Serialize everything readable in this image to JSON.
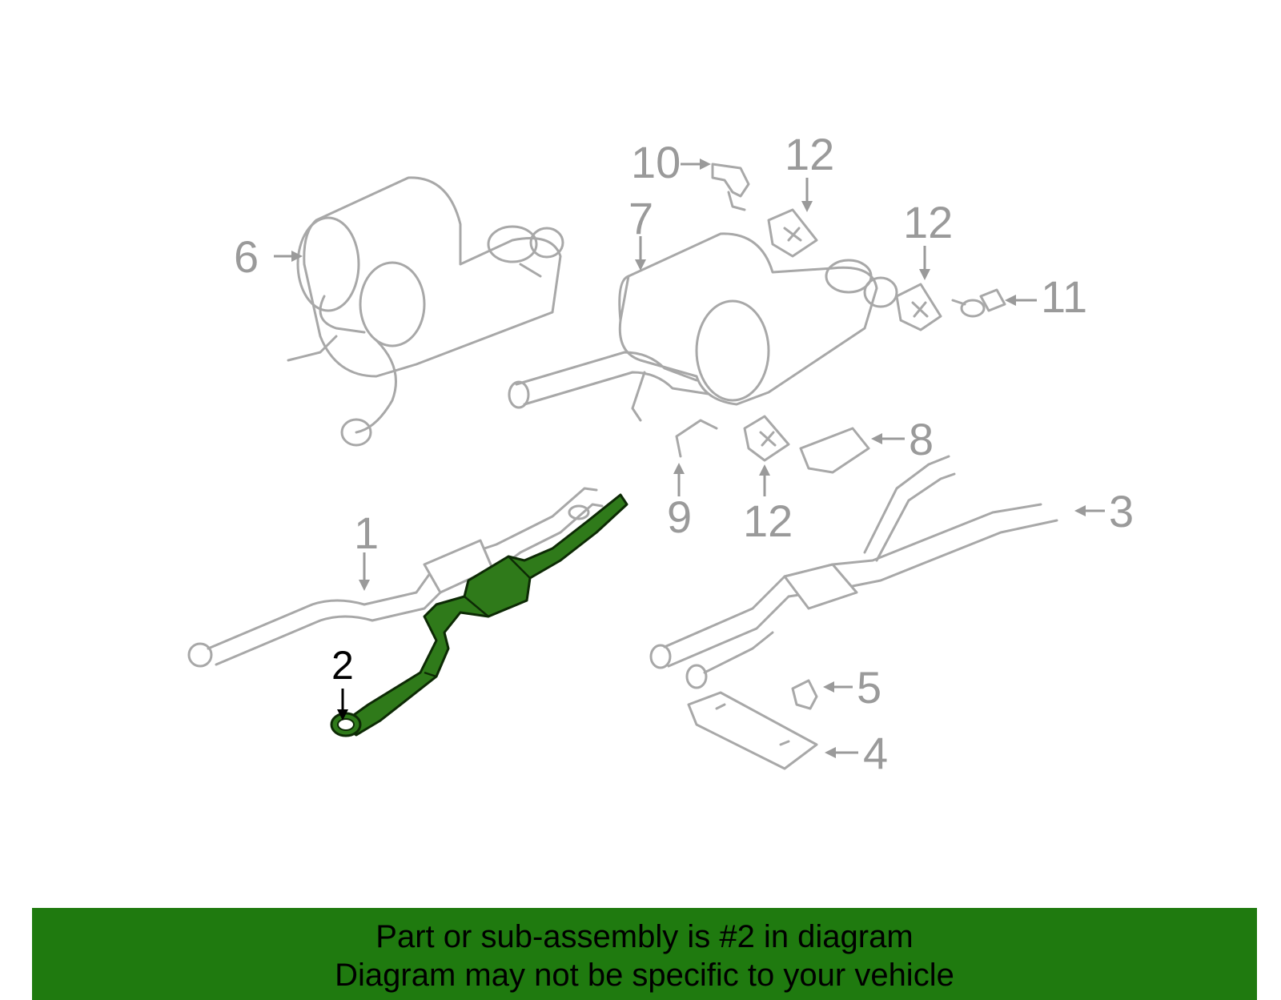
{
  "callouts": {
    "c1": "1",
    "c2": "2",
    "c3": "3",
    "c4": "4",
    "c5": "5",
    "c6": "6",
    "c7": "7",
    "c8": "8",
    "c9": "9",
    "c10": "10",
    "c11": "11",
    "c12a": "12",
    "c12b": "12",
    "c12c": "12"
  },
  "highlighted_part": "2",
  "colors": {
    "highlight": "#2f7a1a",
    "banner": "#1f7a0f",
    "line_art": "#a8a8a8"
  },
  "banner": {
    "line1": "Part or sub-assembly is #2 in diagram",
    "line2": "Diagram may not be specific to your vehicle"
  }
}
